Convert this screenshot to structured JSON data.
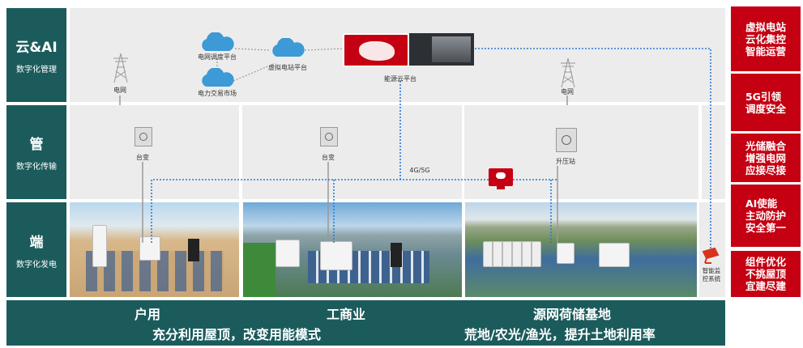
{
  "rows": [
    {
      "title": "云&AI",
      "subtitle": "数字化管理"
    },
    {
      "title": "管",
      "subtitle": "数字化传输"
    },
    {
      "title": "端",
      "subtitle": "数字化发电"
    }
  ],
  "cloud": {
    "grid_dispatch": "电网调度平台",
    "power_trading": "电力交易市场",
    "vpp": "虚拟电站平台",
    "energy_cloud": "能源云平台",
    "grid_left": "电网",
    "grid_right": "电网"
  },
  "pipe": {
    "transformer_1": "台变",
    "transformer_2": "台变",
    "booster": "升压站",
    "network": "4G/5G"
  },
  "edge": {
    "monitor": "智能监控系统"
  },
  "bottom": {
    "residential_title": "户用",
    "commercial_title": "工商业",
    "residential_desc": "充分利用屋顶，改变用能模式",
    "utility_title": "源网荷储基地",
    "utility_desc": "荒地/农光/渔光，提升土地利用率"
  },
  "benefits": [
    [
      "虚拟电站",
      "云化集控",
      "智能运营"
    ],
    [
      "5G引领",
      "调度安全"
    ],
    [
      "光储融合",
      "增强电网",
      "应接尽接"
    ],
    [
      "AI使能",
      "主动防护",
      "安全第一"
    ],
    [
      "组件优化",
      "不挑屋顶",
      "宜建尽建"
    ]
  ],
  "colors": {
    "teal": "#1c5b5c",
    "red": "#c40012",
    "link": "#2a7bd4"
  }
}
